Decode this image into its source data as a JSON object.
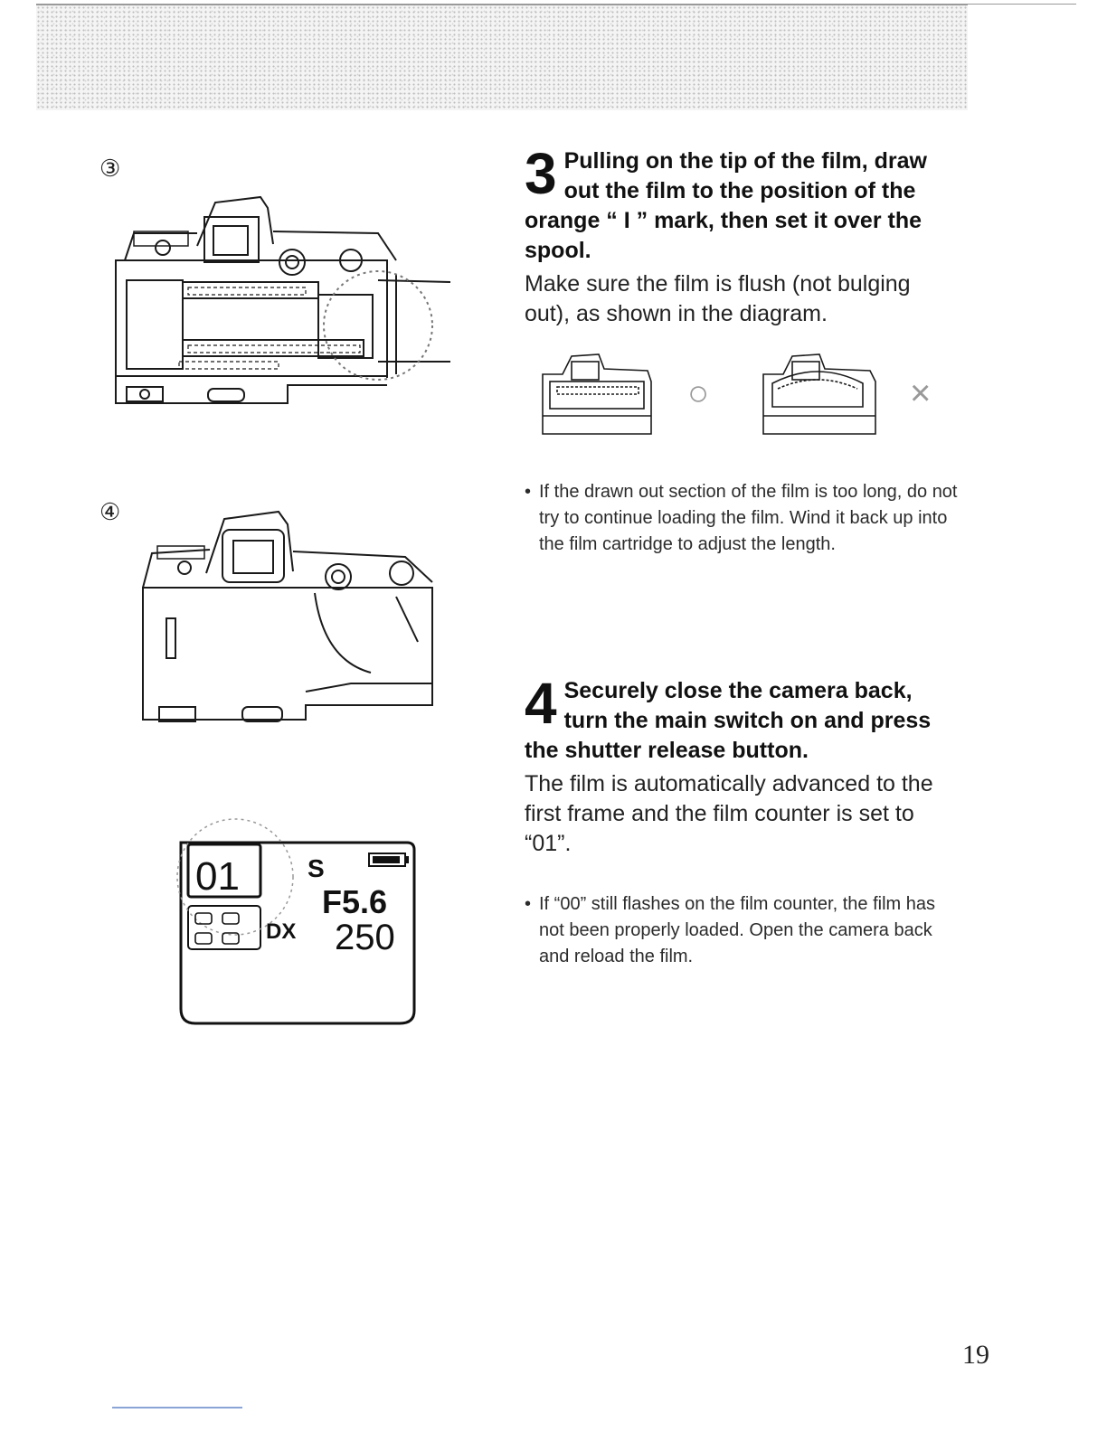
{
  "figures": {
    "fig3_number": "③",
    "fig4_number": "④",
    "ok_mark": "○",
    "ng_mark": "×"
  },
  "lcd": {
    "counter": "01",
    "mode": "S",
    "aperture": "F5.6",
    "shutter": "250",
    "dx_label": "DX"
  },
  "step3": {
    "number": "3",
    "heading": "Pulling on the tip of the film, draw out the film to the position of the orange “ I ” mark, then set it over the spool.",
    "body": "Make sure the film is flush (not bulging out), as shown in the diagram.",
    "note": "If the drawn out section of the film is too long, do not try to continue loading the film. Wind it back up into the film cartridge to adjust the length."
  },
  "step4": {
    "number": "4",
    "heading": "Securely close the camera back, turn the main switch on and press the shutter release button.",
    "body": "The film is automatically advanced to the first frame and the film counter is set to “01”.",
    "note": "If “00” still flashes on the film counter, the film has not been properly loaded. Open the camera back and reload the film."
  },
  "page_number": "19"
}
